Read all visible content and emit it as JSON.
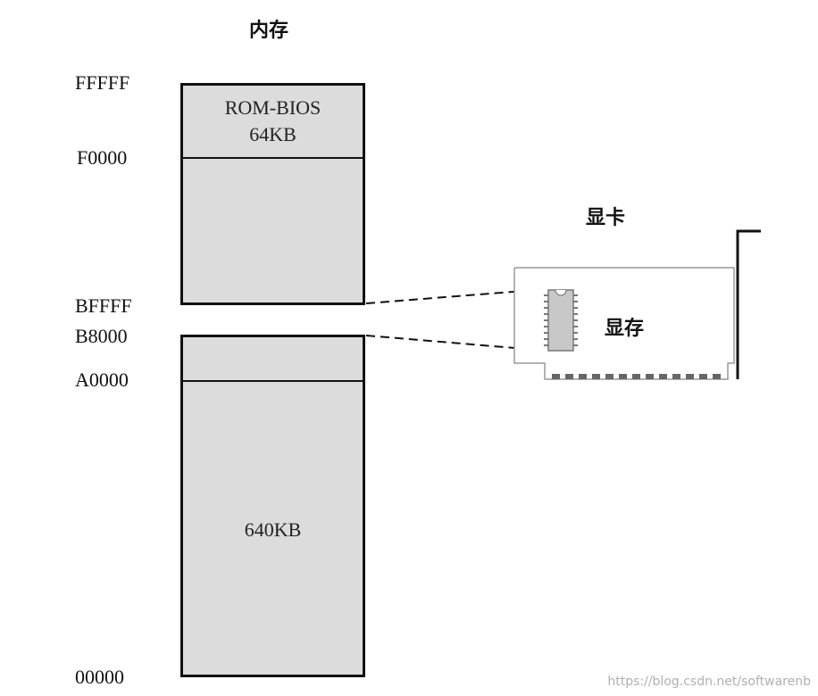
{
  "memory_title": "内存",
  "addresses": {
    "fffff": "FFFFF",
    "f0000": "F0000",
    "bffff": "BFFFF",
    "b8000": "B8000",
    "a0000": "A0000",
    "zero": "00000"
  },
  "rom_bios": {
    "name": "ROM-BIOS",
    "size": "64KB"
  },
  "main_memory_size": "640KB",
  "video_card_title": "显卡",
  "video_memory_label": "显存",
  "watermark": "https://blog.csdn.net/softwarenb"
}
